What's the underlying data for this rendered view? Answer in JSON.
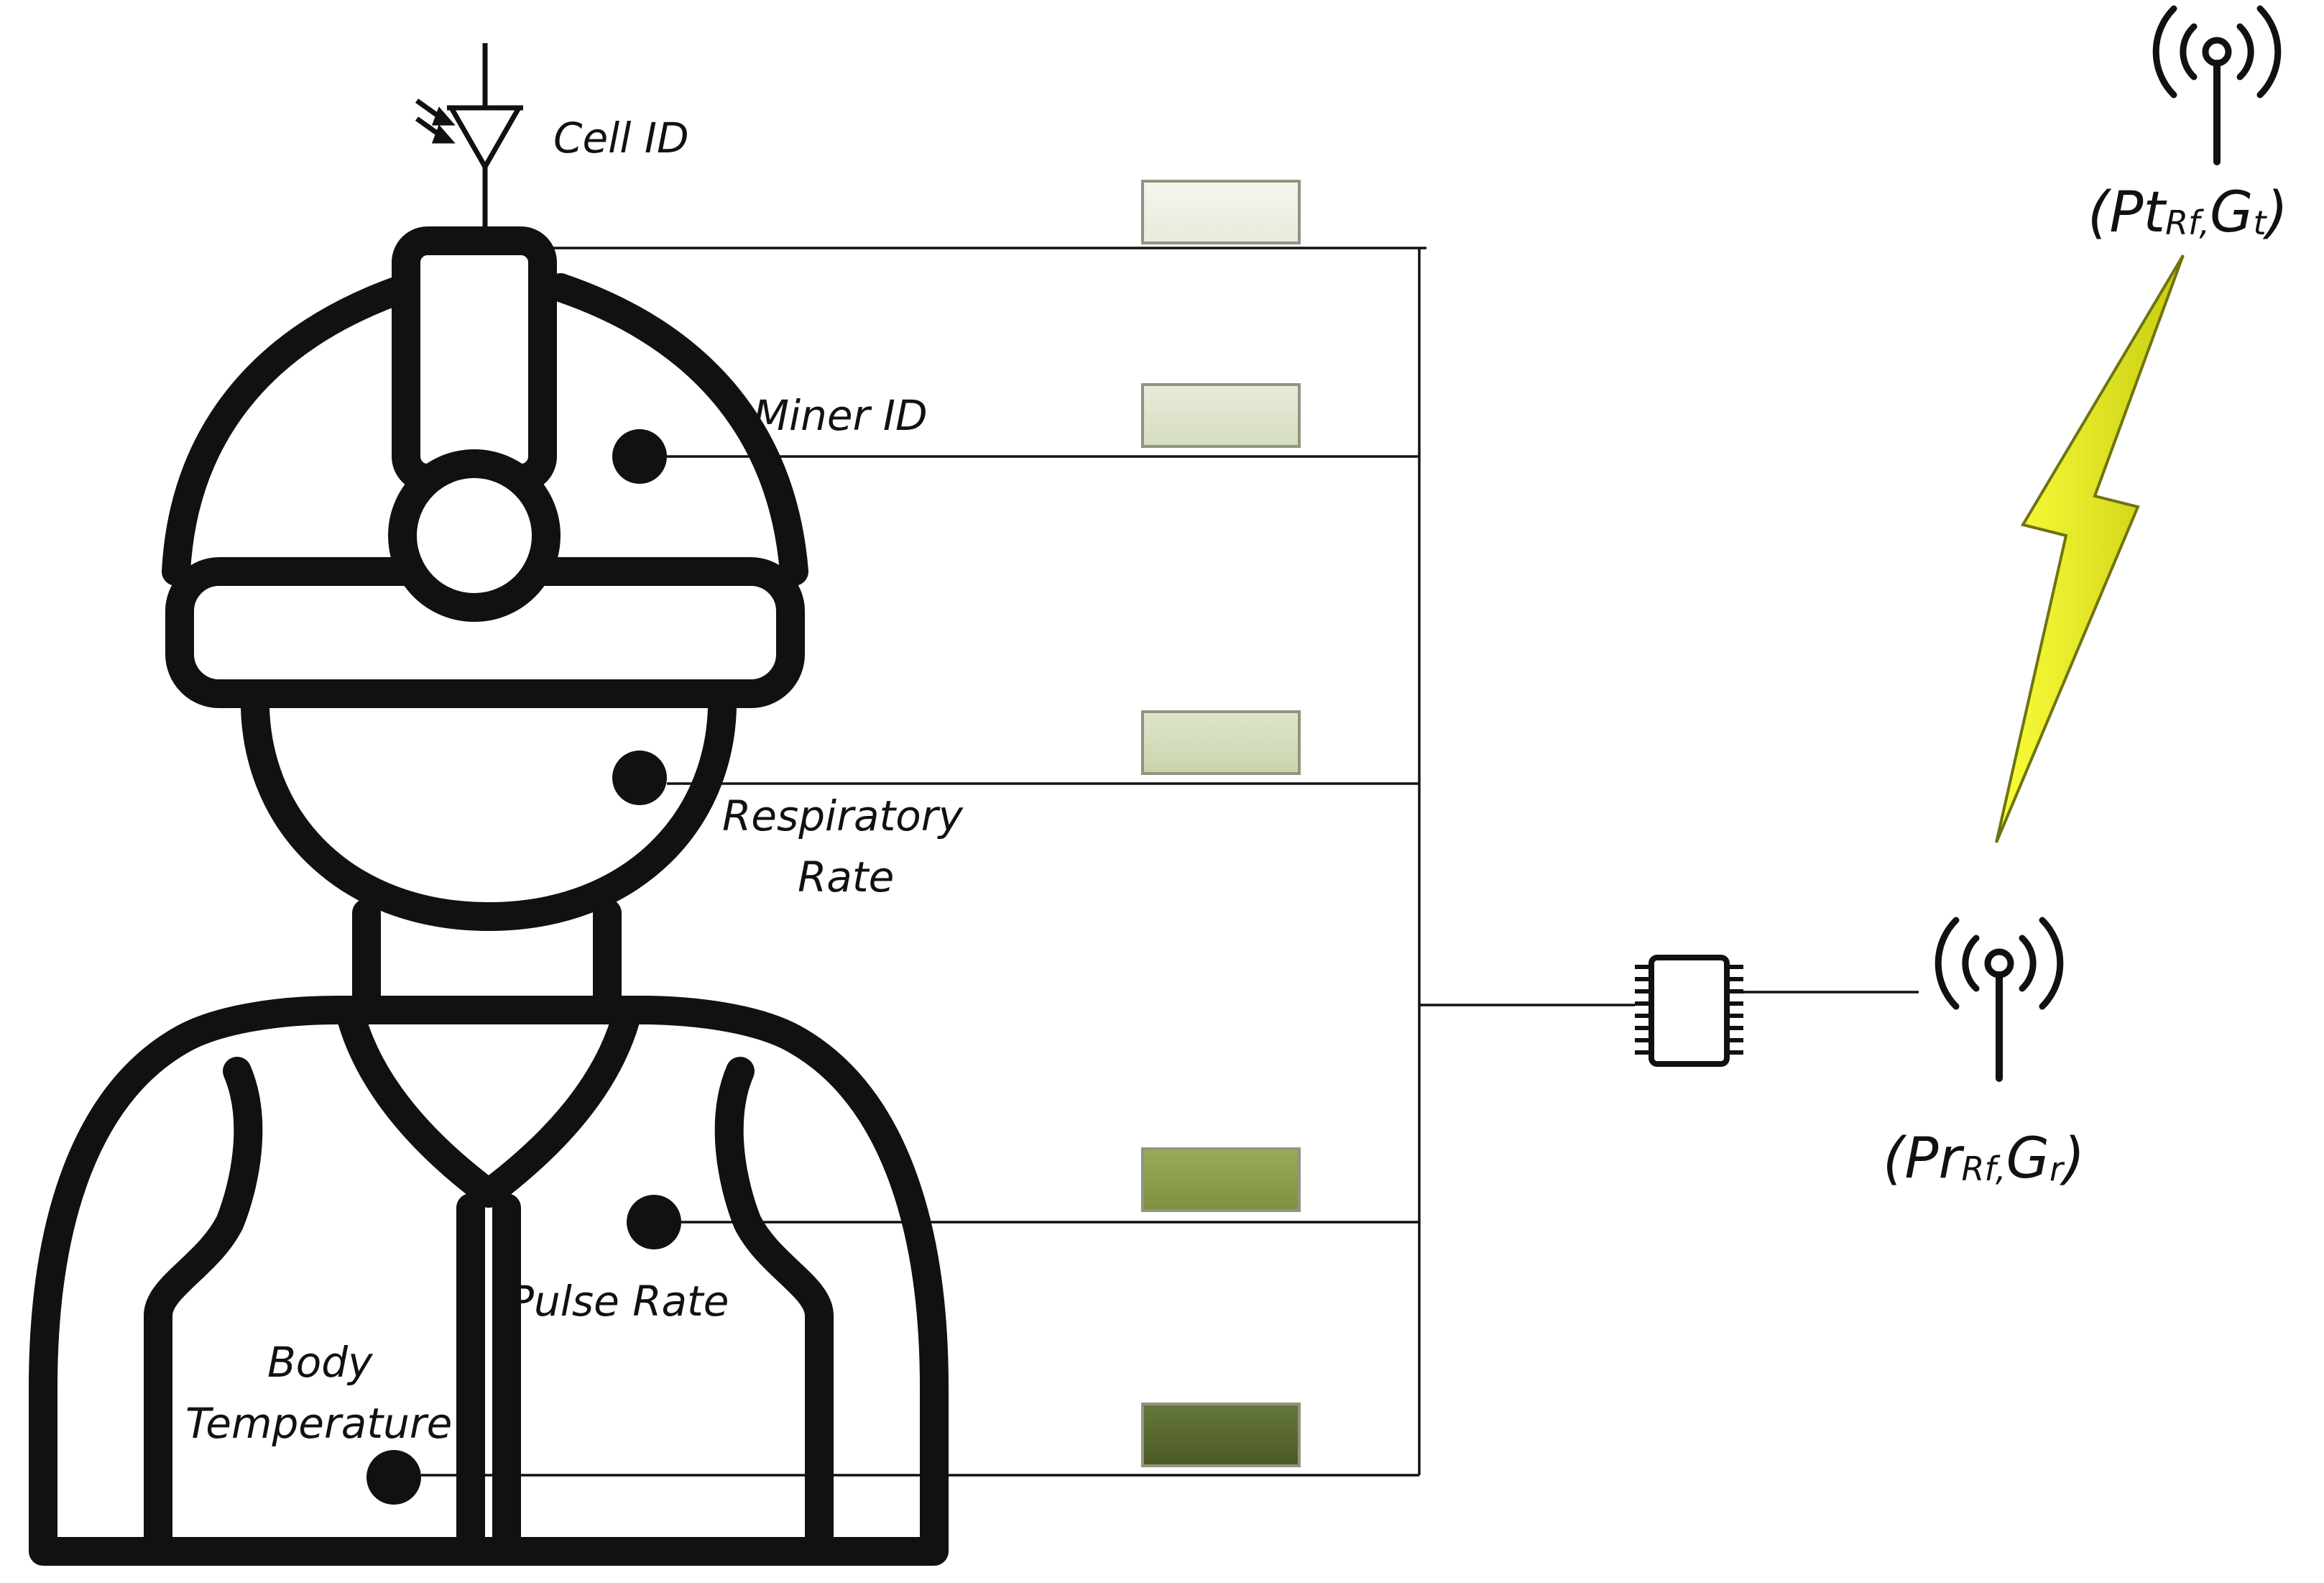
{
  "labels": {
    "cell_id": "Cell ID",
    "miner_id": "Miner ID",
    "respiratory_line1": "Respiratory",
    "respiratory_line2": "Rate",
    "pulse_rate": "Pulse Rate",
    "body_temp_line1": "Body",
    "body_temp_line2": "Temperature"
  },
  "transmitter": {
    "open": "(Pt",
    "sub": "Rf,",
    "main": "G",
    "gsub": "t",
    "close": ")"
  },
  "receiver": {
    "open": "(Pr",
    "sub": "Rf,",
    "main": "G",
    "gsub": "r",
    "close": ")"
  },
  "colors": {
    "stroke": "#111111",
    "box1": "#eef1e6",
    "box2": "#e0e6cf",
    "box3": "#d6e0bf",
    "box4": "#8ea04f",
    "box5": "#5a6a30",
    "lightning": "#e8ec1c",
    "lightning_dark": "#9aa015"
  },
  "icons": [
    "led-icon",
    "microcontroller-chip-icon",
    "antenna-icon",
    "lightning-bolt-icon",
    "miner-figure-icon"
  ]
}
